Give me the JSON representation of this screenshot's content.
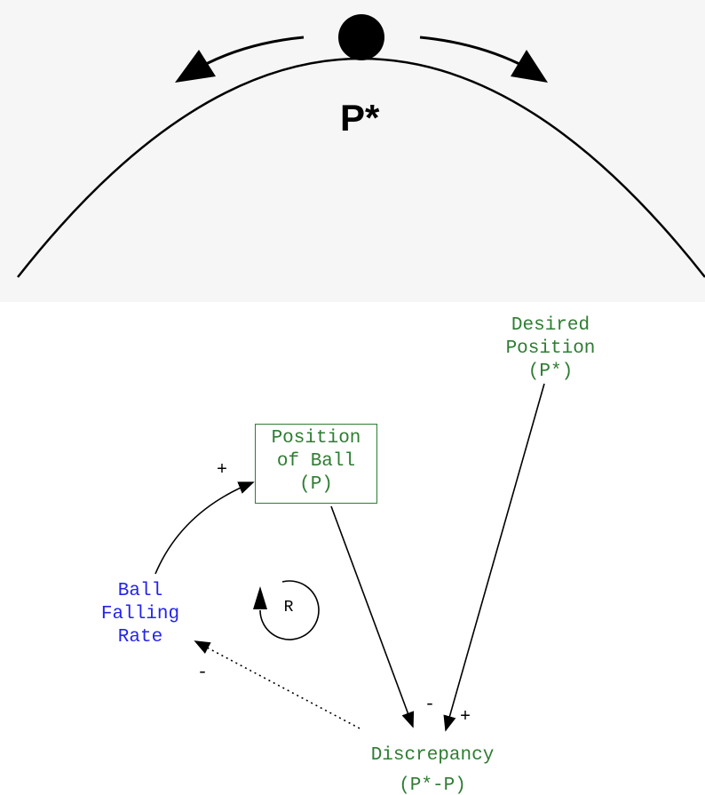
{
  "top": {
    "equilibrium_label": "P*"
  },
  "diagram": {
    "desired_position": [
      "Desired",
      "Position",
      "(P*)"
    ],
    "position_of_ball": [
      "Position",
      "of Ball",
      "(P)"
    ],
    "ball_falling_rate": [
      "Ball",
      "Falling",
      "Rate"
    ],
    "discrepancy": [
      "Discrepancy",
      "(P*-P)"
    ],
    "loop_label": "R",
    "polarity": {
      "rate_to_position": "+",
      "discrepancy_to_rate": "-",
      "position_to_discrepancy": "-",
      "desired_to_discrepancy": "+"
    }
  },
  "colors": {
    "stock_variable": "#2e7d32",
    "rate_variable": "#2424e8",
    "top_background": "#f6f6f6"
  }
}
